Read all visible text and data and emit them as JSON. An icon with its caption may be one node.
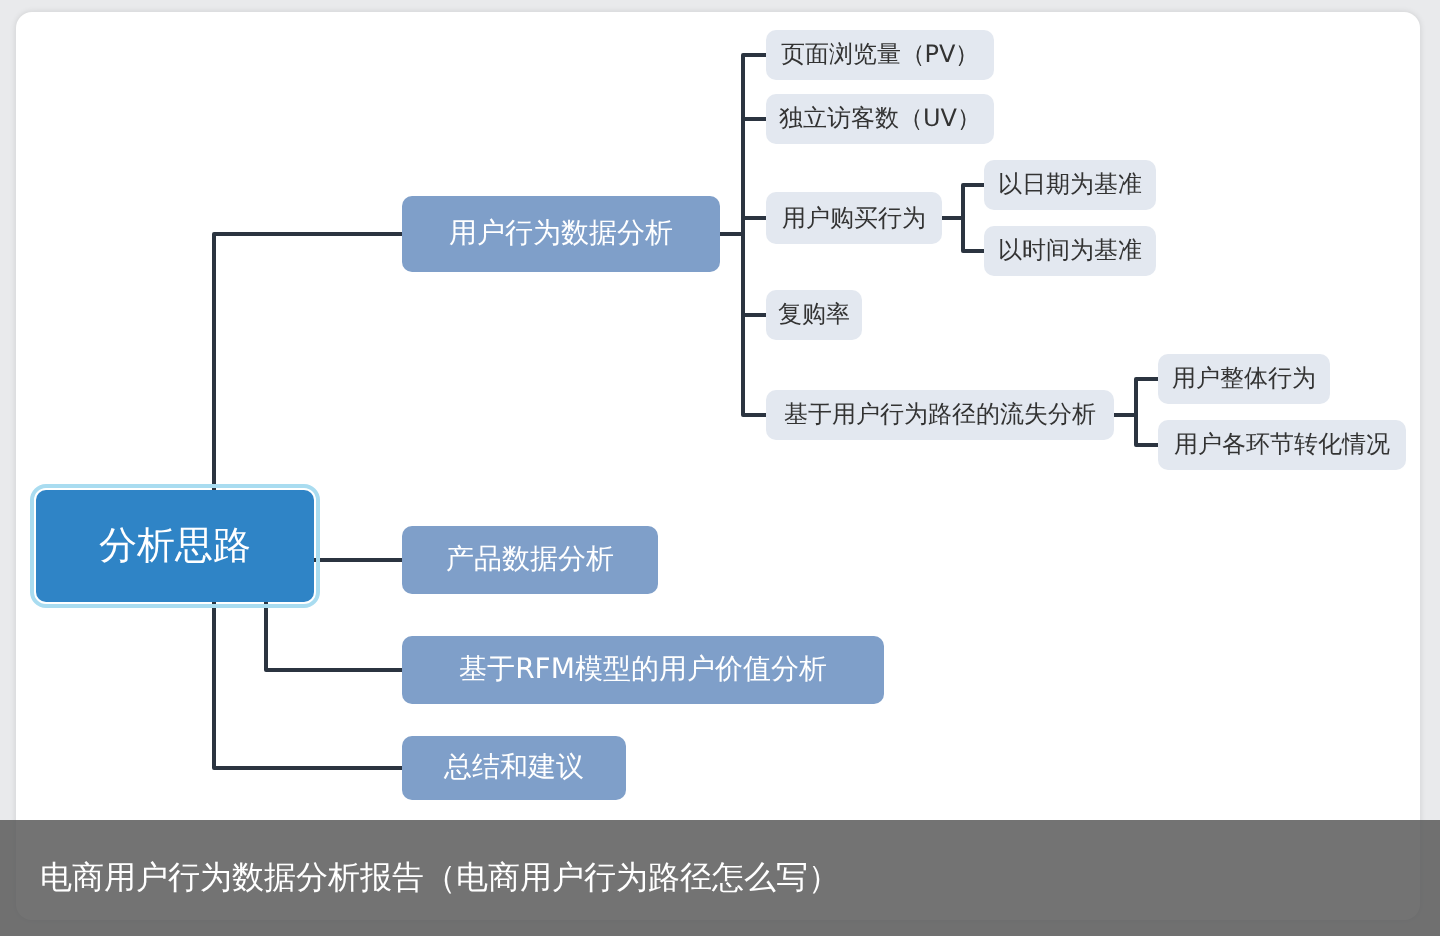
{
  "diagram": {
    "caption": "电商用户行为数据分析报告（电商用户行为路径怎么写）",
    "nodes": [
      {
        "text": [
          "分析思路"
        ]
      },
      {
        "text": [
          "用户行为数据分析"
        ]
      },
      {
        "text": [
          "页面浏览量（PV）"
        ]
      },
      {
        "text": [
          "独立访客数（UV）"
        ]
      },
      {
        "text": [
          "用户购买行为"
        ]
      },
      {
        "text": [
          "以日期为基准"
        ]
      },
      {
        "text": [
          "以时间为基准"
        ]
      },
      {
        "text": [
          "复购率"
        ]
      },
      {
        "text": [
          "基于用户行为路径的流失分析"
        ]
      },
      {
        "text": [
          "用户整体行为"
        ]
      },
      {
        "text": [
          "用户各环节转化情况"
        ]
      },
      {
        "text": [
          "产品数据分析"
        ]
      },
      {
        "text": [
          "基于RFM模型的用户价值分析"
        ]
      },
      {
        "text": [
          "总结和建议"
        ]
      }
    ],
    "edges": [
      {
        "from": 0,
        "to": 1,
        "arrow": "none"
      },
      {
        "from": 1,
        "to": 2,
        "arrow": "none"
      },
      {
        "from": 1,
        "to": 3,
        "arrow": "none"
      },
      {
        "from": 1,
        "to": 4,
        "arrow": "none"
      },
      {
        "from": 4,
        "to": 5,
        "arrow": "none"
      },
      {
        "from": 4,
        "to": 6,
        "arrow": "none"
      },
      {
        "from": 1,
        "to": 7,
        "arrow": "none"
      },
      {
        "from": 1,
        "to": 8,
        "arrow": "none"
      },
      {
        "from": 8,
        "to": 9,
        "arrow": "none"
      },
      {
        "from": 8,
        "to": 10,
        "arrow": "none"
      },
      {
        "from": 0,
        "to": 11,
        "arrow": "none"
      },
      {
        "from": 0,
        "to": 12,
        "arrow": "none"
      },
      {
        "from": 0,
        "to": 13,
        "arrow": "none"
      }
    ]
  }
}
